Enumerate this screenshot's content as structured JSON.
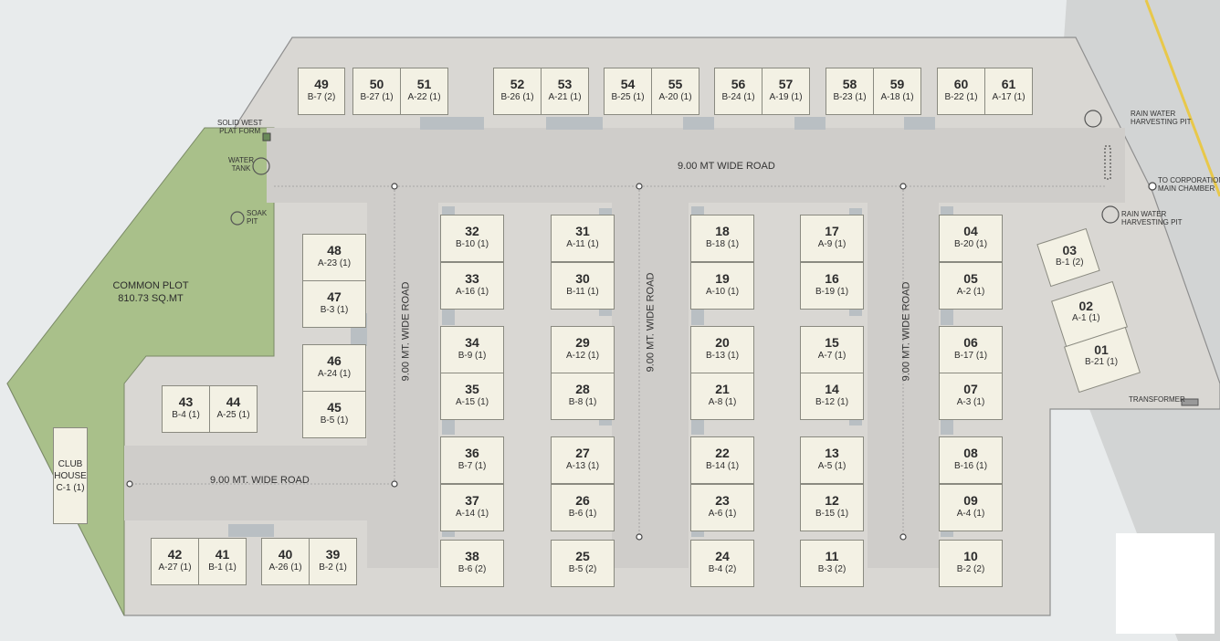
{
  "map": {
    "common_plot": {
      "name": "COMMON PLOT",
      "area": "810.73 SQ.MT"
    },
    "club_house": {
      "line1": "CLUB",
      "line2": "HOUSE",
      "line3": "C-1 (1)"
    },
    "road_labels": {
      "main_road": "9.00 MT WIDE ROAD",
      "lower_road": "9.00 MT. WIDE ROAD",
      "vertical_road_1": "9.00 MT. WIDE ROAD",
      "vertical_road_2": "9.00 MT. WIDE ROAD",
      "vertical_road_3": "9.00 MT. WIDE ROAD"
    },
    "amenities": {
      "solid_waste": {
        "line1": "SOLID WEST",
        "line2": "PLAT FORM"
      },
      "water_tank": {
        "line1": "WATER",
        "line2": "TANK"
      },
      "soak_pit": {
        "line1": "SOAK",
        "line2": "PIT"
      },
      "rain_water_1": {
        "line1": "RAIN WATER",
        "line2": "HARVESTING PIT"
      },
      "rain_water_2": {
        "line1": "RAIN WATER",
        "line2": "HARVESTING PIT"
      },
      "corporation": {
        "line1": "TO CORPORATION",
        "line2": "MAIN CHAMBER"
      },
      "transformer": "TRANSFORMER"
    },
    "plots": [
      {
        "number": "49",
        "code": "B-7 (2)"
      },
      {
        "number": "50",
        "code": "B-27 (1)"
      },
      {
        "number": "51",
        "code": "A-22 (1)"
      },
      {
        "number": "52",
        "code": "B-26 (1)"
      },
      {
        "number": "53",
        "code": "A-21 (1)"
      },
      {
        "number": "54",
        "code": "B-25 (1)"
      },
      {
        "number": "55",
        "code": "A-20 (1)"
      },
      {
        "number": "56",
        "code": "B-24 (1)"
      },
      {
        "number": "57",
        "code": "A-19 (1)"
      },
      {
        "number": "58",
        "code": "B-23 (1)"
      },
      {
        "number": "59",
        "code": "A-18 (1)"
      },
      {
        "number": "60",
        "code": "B-22 (1)"
      },
      {
        "number": "61",
        "code": "A-17 (1)"
      },
      {
        "number": "48",
        "code": "A-23 (1)"
      },
      {
        "number": "47",
        "code": "B-3 (1)"
      },
      {
        "number": "46",
        "code": "A-24 (1)"
      },
      {
        "number": "45",
        "code": "B-5 (1)"
      },
      {
        "number": "43",
        "code": "B-4 (1)"
      },
      {
        "number": "44",
        "code": "A-25 (1)"
      },
      {
        "number": "42",
        "code": "A-27 (1)"
      },
      {
        "number": "41",
        "code": "B-1 (1)"
      },
      {
        "number": "40",
        "code": "A-26 (1)"
      },
      {
        "number": "39",
        "code": "B-2 (1)"
      },
      {
        "number": "32",
        "code": "B-10 (1)"
      },
      {
        "number": "33",
        "code": "A-16 (1)"
      },
      {
        "number": "34",
        "code": "B-9 (1)"
      },
      {
        "number": "35",
        "code": "A-15 (1)"
      },
      {
        "number": "36",
        "code": "B-7 (1)"
      },
      {
        "number": "37",
        "code": "A-14 (1)"
      },
      {
        "number": "38",
        "code": "B-6 (2)"
      },
      {
        "number": "31",
        "code": "A-11 (1)"
      },
      {
        "number": "30",
        "code": "B-11 (1)"
      },
      {
        "number": "29",
        "code": "A-12 (1)"
      },
      {
        "number": "28",
        "code": "B-8 (1)"
      },
      {
        "number": "27",
        "code": "A-13 (1)"
      },
      {
        "number": "26",
        "code": "B-6 (1)"
      },
      {
        "number": "25",
        "code": "B-5 (2)"
      },
      {
        "number": "18",
        "code": "B-18 (1)"
      },
      {
        "number": "19",
        "code": "A-10 (1)"
      },
      {
        "number": "20",
        "code": "B-13 (1)"
      },
      {
        "number": "21",
        "code": "A-8 (1)"
      },
      {
        "number": "22",
        "code": "B-14 (1)"
      },
      {
        "number": "23",
        "code": "A-6 (1)"
      },
      {
        "number": "24",
        "code": "B-4 (2)"
      },
      {
        "number": "17",
        "code": "A-9 (1)"
      },
      {
        "number": "16",
        "code": "B-19 (1)"
      },
      {
        "number": "15",
        "code": "A-7 (1)"
      },
      {
        "number": "14",
        "code": "B-12 (1)"
      },
      {
        "number": "13",
        "code": "A-5 (1)"
      },
      {
        "number": "12",
        "code": "B-15 (1)"
      },
      {
        "number": "11",
        "code": "B-3 (2)"
      },
      {
        "number": "04",
        "code": "B-20 (1)"
      },
      {
        "number": "05",
        "code": "A-2 (1)"
      },
      {
        "number": "06",
        "code": "B-17 (1)"
      },
      {
        "number": "07",
        "code": "A-3 (1)"
      },
      {
        "number": "08",
        "code": "B-16 (1)"
      },
      {
        "number": "09",
        "code": "A-4 (1)"
      },
      {
        "number": "10",
        "code": "B-2 (2)"
      },
      {
        "number": "03",
        "code": "B-1 (2)"
      },
      {
        "number": "02",
        "code": "A-1 (1)"
      },
      {
        "number": "01",
        "code": "B-21 (1)"
      }
    ]
  }
}
